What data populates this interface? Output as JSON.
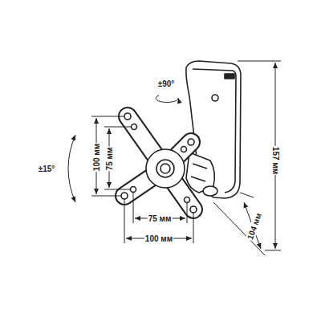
{
  "diagram": {
    "labels": [
      "±90°",
      "157 мм",
      "±15°",
      "100 мм",
      "75 мм",
      "75 мм",
      "100 мм",
      "104 мм"
    ]
  }
}
